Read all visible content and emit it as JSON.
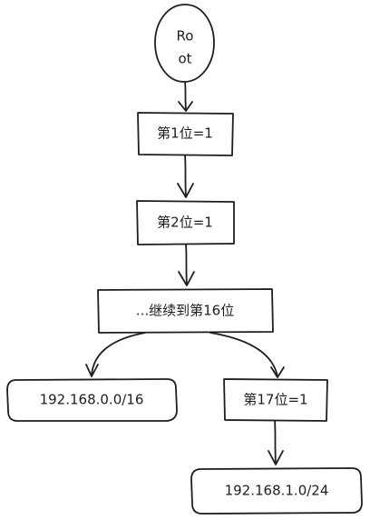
{
  "nodes": {
    "root": {
      "line1": "Ro",
      "line2": "ot"
    },
    "bit1": "第1位=1",
    "bit2": "第2位=1",
    "continue": "...继续到第16位",
    "prefix16": "192.168.0.0/16",
    "bit17": "第17位=1",
    "prefix24": "192.168.1.0/24"
  },
  "colors": {
    "stroke": "#1e1e1e",
    "fill": "#ffffff"
  }
}
